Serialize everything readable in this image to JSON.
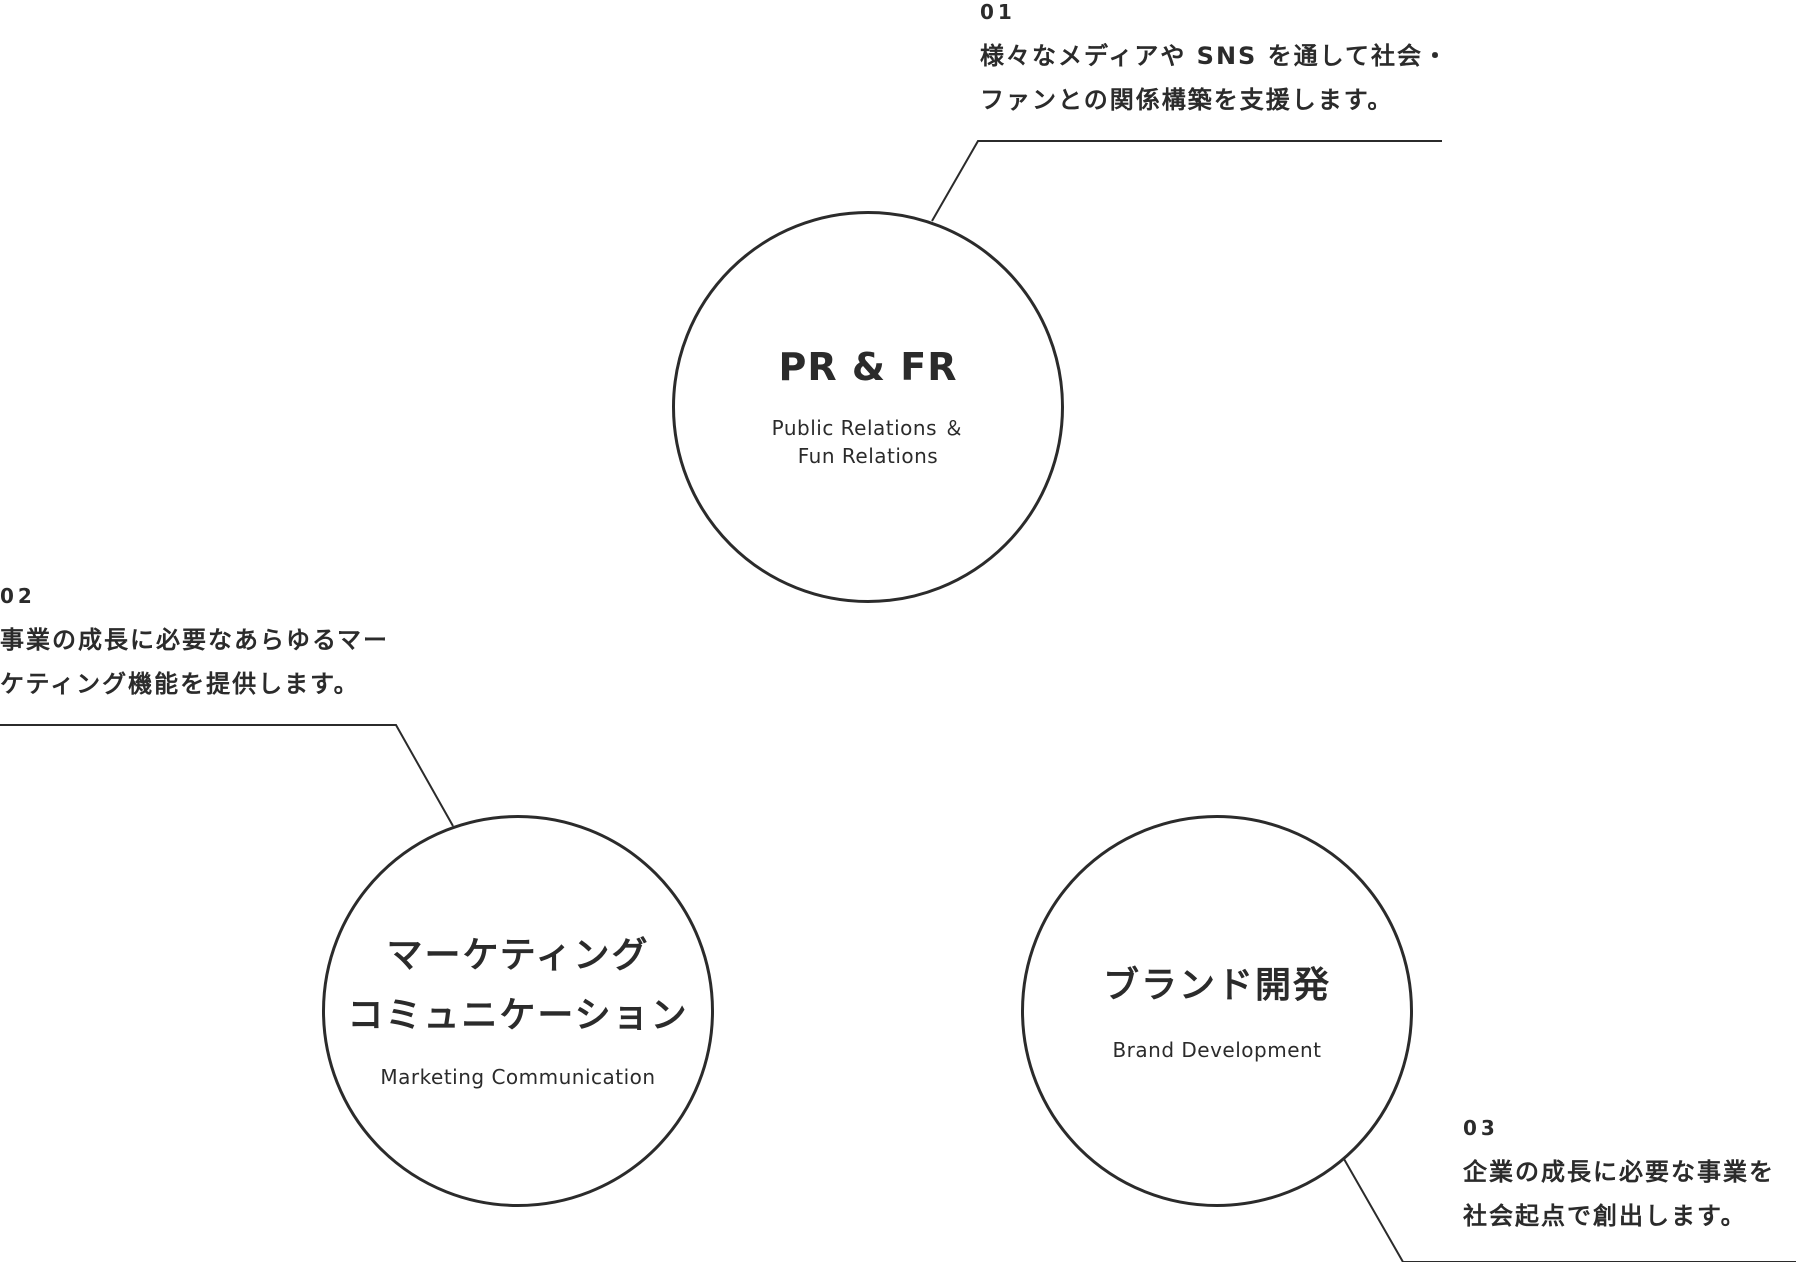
{
  "services": [
    {
      "id": "pr-fr",
      "title_lines": [
        "PR & FR"
      ],
      "subtitle_lines": [
        "Public Relations ＆",
        "Fun Relations"
      ]
    },
    {
      "id": "marketing",
      "title_lines": [
        "マーケティング",
        "コミュニケーション"
      ],
      "subtitle_lines": [
        "Marketing Communication"
      ]
    },
    {
      "id": "brand",
      "title_lines": [
        "ブランド開発"
      ],
      "subtitle_lines": [
        "Brand Development"
      ]
    }
  ],
  "callouts": [
    {
      "number": "01",
      "lines": [
        "様々なメディアや SNS を通して社会・",
        "ファンとの関係構築を支援します。"
      ]
    },
    {
      "number": "02",
      "lines": [
        "事業の成長に必要なあらゆるマー",
        "ケティング機能を提供します。"
      ]
    },
    {
      "number": "03",
      "lines": [
        "企業の成長に必要な事業を",
        "社会起点で創出します。"
      ]
    }
  ],
  "colors": {
    "stroke": "#2b2b2b",
    "text": "#2b2b2b",
    "background": "#ffffff"
  }
}
